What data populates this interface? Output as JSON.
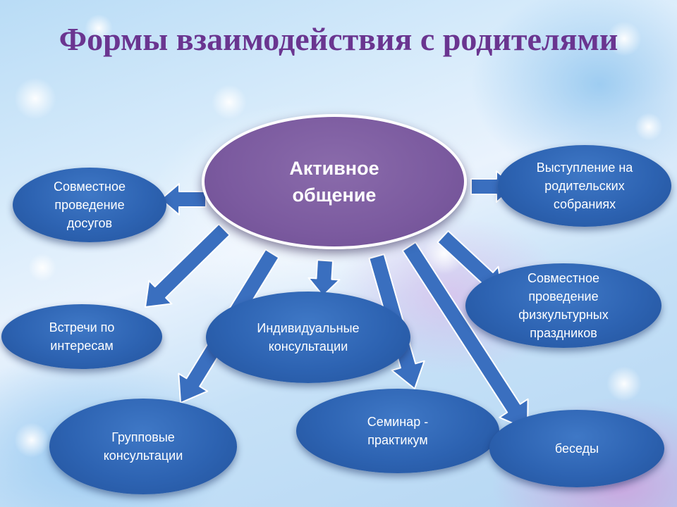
{
  "title": "Формы взаимодействия с родителями",
  "center": {
    "label": "Активное\nобщение"
  },
  "nodes": [
    {
      "id": "leisure",
      "label": "Совместное\nпроведение\nдосугов"
    },
    {
      "id": "meetings",
      "label": "Встречи по\nинтересам"
    },
    {
      "id": "group",
      "label": "Групповые\nконсультации"
    },
    {
      "id": "individual",
      "label": "Индивидуальные\nконсультации"
    },
    {
      "id": "seminar",
      "label": "Семинар -\nпрактикум"
    },
    {
      "id": "talks",
      "label": "беседы"
    },
    {
      "id": "sports",
      "label": "Совместное\nпроведение\nфизкультурных\nпраздников"
    },
    {
      "id": "speeches",
      "label": "Выступление на\nродительских\nсобраниях"
    }
  ],
  "colors": {
    "title": "#6a3590",
    "center_fill": "#7b5a9f",
    "node_fill": "#2d63b2",
    "arrow_fill": "#3a6fbf",
    "arrow_stroke": "#ffffff"
  }
}
